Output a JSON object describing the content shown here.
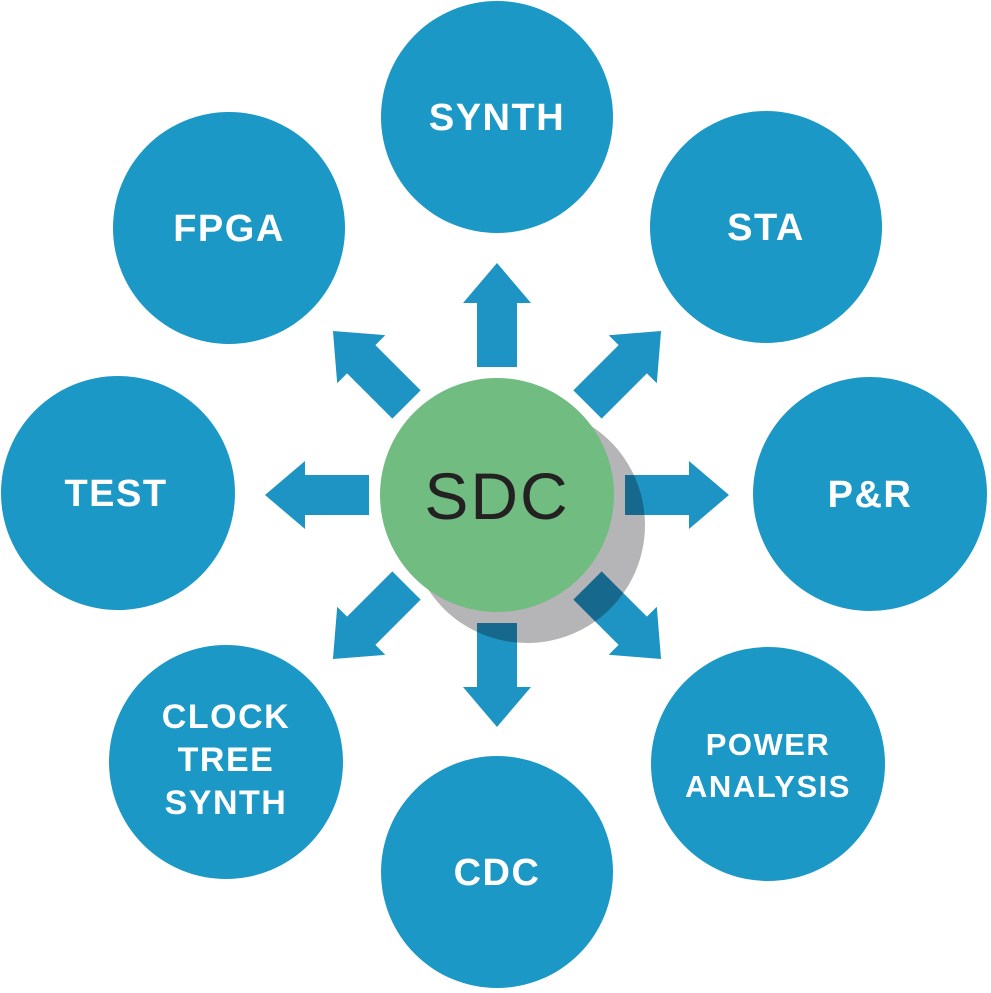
{
  "diagram": {
    "center": {
      "label": "SDC"
    },
    "nodes": [
      {
        "id": "synth",
        "position": "top",
        "lines": [
          "SYNTH"
        ]
      },
      {
        "id": "sta",
        "position": "top-right",
        "lines": [
          "STA"
        ]
      },
      {
        "id": "pr",
        "position": "right",
        "lines": [
          "P&R"
        ]
      },
      {
        "id": "power-analysis",
        "position": "bottom-right",
        "lines": [
          "POWER",
          "ANALYSIS"
        ]
      },
      {
        "id": "cdc",
        "position": "bottom",
        "lines": [
          "CDC"
        ]
      },
      {
        "id": "clock-tree-synth",
        "position": "bottom-left",
        "lines": [
          "CLOCK",
          "TREE",
          "SYNTH"
        ]
      },
      {
        "id": "test",
        "position": "left",
        "lines": [
          "TEST"
        ]
      },
      {
        "id": "fpga",
        "position": "top-left",
        "lines": [
          "FPGA"
        ]
      }
    ],
    "colors": {
      "node_blue": "#1b98c6",
      "arrow_blue": "#1e94c4",
      "center_green": "#71bc81",
      "shadow_gray": "#b5b4b6",
      "label_white": "#ffffff",
      "center_text": "#232122",
      "background": "#ffffff"
    }
  }
}
